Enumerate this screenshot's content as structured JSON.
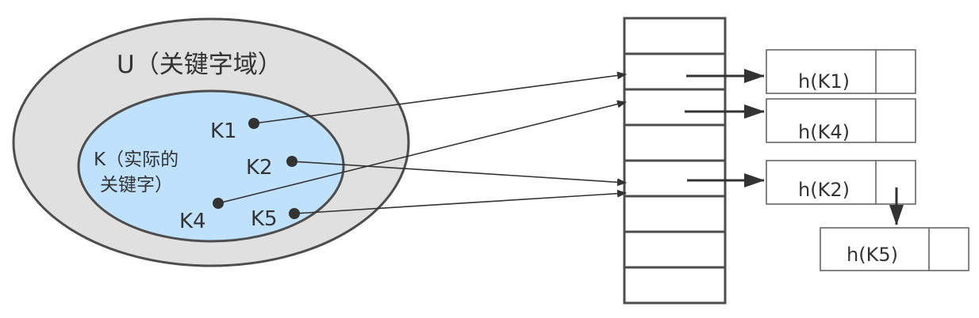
{
  "universe": {
    "label": "U（关键字域）",
    "fill": "#e0e0e0"
  },
  "actual_keys": {
    "label_line1": "K（实际的",
    "label_line2": "关键字）",
    "fill": "#bfe1fb"
  },
  "keys": {
    "k1": "K1",
    "k2": "K2",
    "k4": "K4",
    "k5": "K5"
  },
  "hash_table": {
    "slot_count": 8
  },
  "chain_nodes": {
    "k1": "h(K1)",
    "k4": "h(K4)",
    "k2": "h(K2)",
    "k5": "h(K5)"
  },
  "colors": {
    "stroke": "#4d4d4d",
    "arrow": "#333333"
  }
}
